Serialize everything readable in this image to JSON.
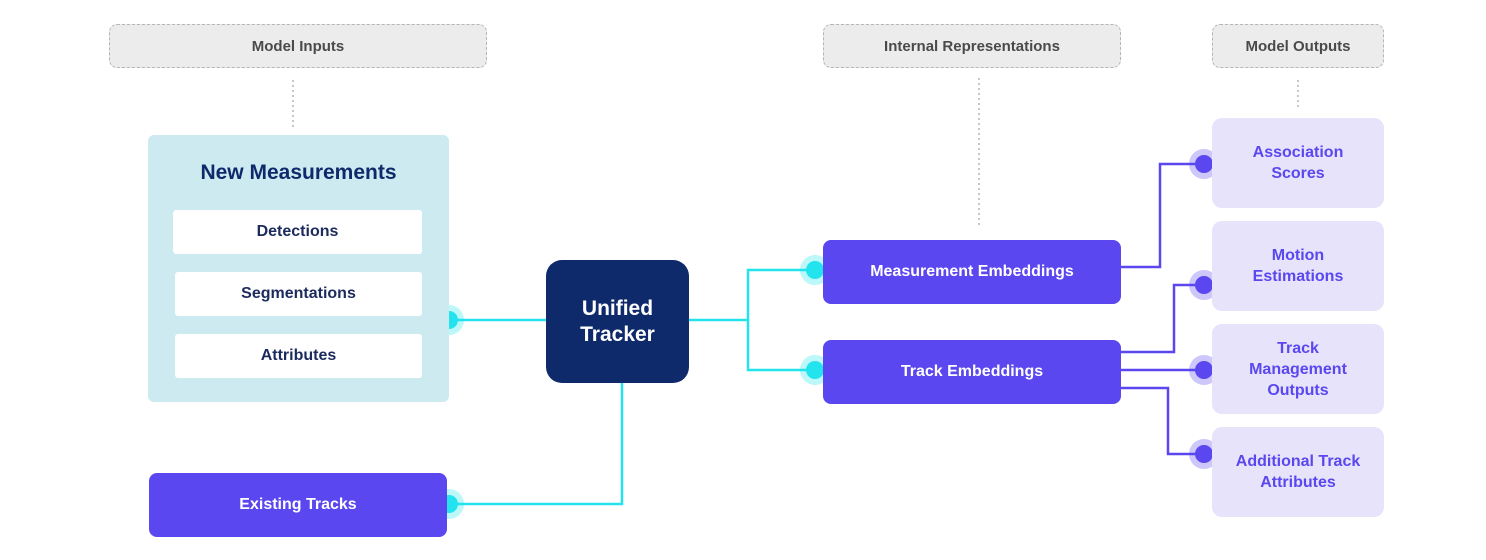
{
  "headers": {
    "inputs": "Model Inputs",
    "internal": "Internal Representations",
    "outputs": "Model Outputs"
  },
  "inputs": {
    "new_measurements": {
      "title": "New Measurements",
      "items": [
        "Detections",
        "Segmentations",
        "Attributes"
      ]
    },
    "existing_tracks": "Existing Tracks"
  },
  "core": {
    "label": "Unified Tracker"
  },
  "internal": {
    "measurement_embeddings": "Measurement Embeddings",
    "track_embeddings": "Track Embeddings"
  },
  "outputs": [
    "Association Scores",
    "Motion Estimations",
    "Track Management Outputs",
    "Additional Track Attributes"
  ],
  "colors": {
    "cyan_connector": "#22e3ee",
    "purple_connector": "#5b47ef",
    "navy": "#0f2a6b",
    "panel": "#cdeaf1",
    "output_fill": "#e6e3fb"
  }
}
